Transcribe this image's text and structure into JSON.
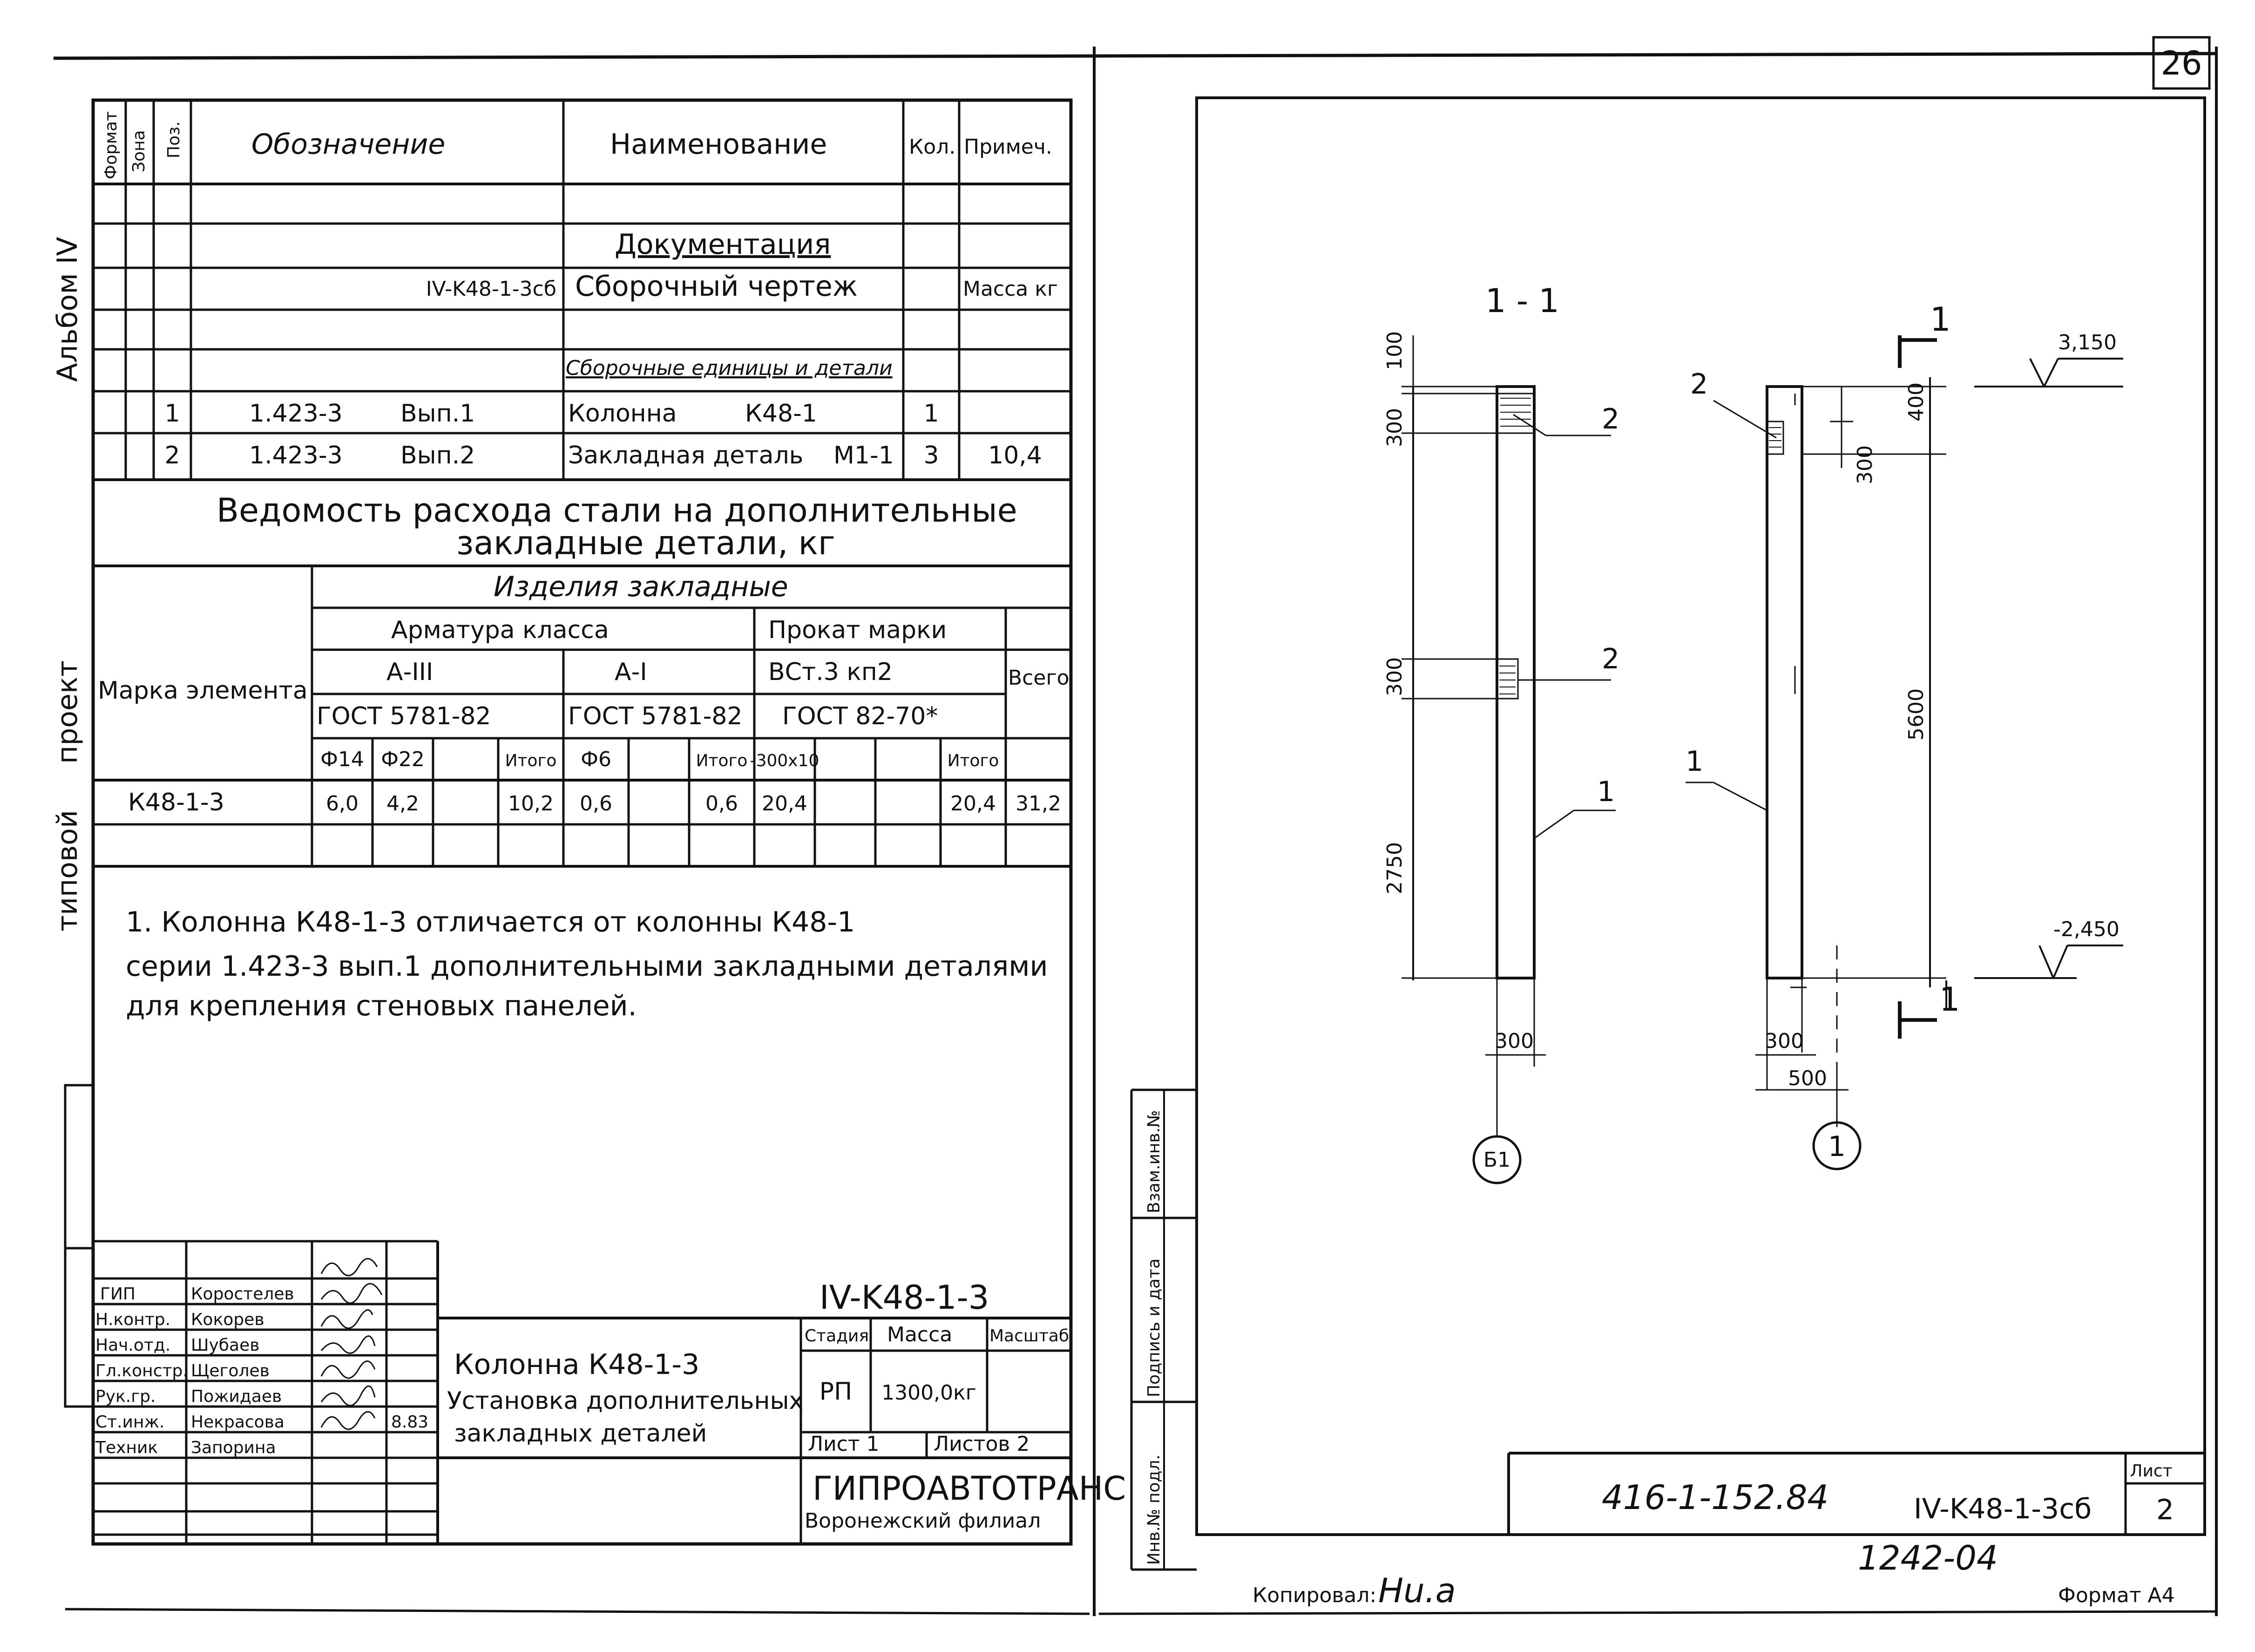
{
  "sheet": {
    "sheet_number": "26",
    "format": "Формат А4",
    "copied_by_label": "Копировал:",
    "copied_by_sign": "Hu.a",
    "project_number": "416-1-152.84",
    "stamp_code": "1242-04"
  },
  "side_margin": {
    "album": "Альбом IV",
    "project": "проект",
    "typical": "типовой"
  },
  "spec_table": {
    "headers": {
      "format": "Формат",
      "zone": "Зона",
      "pos": "Поз.",
      "designation": "Обозначение",
      "name": "Наименование",
      "qty": "Кол.",
      "note": "Примеч."
    },
    "section_docs": "Документация",
    "doc_row": {
      "designation": "IV-K48-1-3сб",
      "name": "Сборочный чертеж",
      "note": "Масса кг"
    },
    "section_units": "Сборочные единицы и детали",
    "rows": [
      {
        "pos": "1",
        "designation": "1.423-3",
        "issue": "Вып.1",
        "name": "Колонна",
        "mark": "К48-1",
        "qty": "1",
        "note": ""
      },
      {
        "pos": "2",
        "designation": "1.423-3",
        "issue": "Вып.2",
        "name": "Закладная деталь",
        "mark": "М1-1",
        "qty": "3",
        "note": "10,4"
      }
    ]
  },
  "steel_table": {
    "title_line1": "Ведомость расхода стали на дополнительные",
    "title_line2": "закладные детали, кг",
    "group_header": "Изделия закладные",
    "element_mark_header": "Марка элемента",
    "total_header": "Всего",
    "armature_header": "Арматура класса",
    "rolled_header": "Прокат марки",
    "class_a3": "А-III",
    "class_a1": "А-I",
    "steel_grade": "ВСт.3 кп2",
    "gost_1": "ГОСТ 5781-82",
    "gost_2": "ГОСТ 5781-82",
    "gost_3": "ГОСТ 82-70*",
    "sub_cols": [
      "Ф14",
      "Ф22",
      "",
      "Итого",
      "Ф6",
      "",
      "Итого",
      "-300х10",
      "",
      "",
      "Итого"
    ],
    "row": {
      "mark": "К48-1-3",
      "values": [
        "6,0",
        "4,2",
        "",
        "10,2",
        "0,6",
        "",
        "0,6",
        "20,4",
        "",
        "",
        "20,4"
      ],
      "total": "31,2"
    }
  },
  "notes": {
    "line1": "1. Колонна К48-1-3 отличается от колонны К48-1",
    "line2": "серии 1.423-3 вып.1 дополнительными закладными деталями",
    "line3": "для крепления стеновых панелей."
  },
  "title_block": {
    "code": "IV-K48-1-3",
    "people": [
      {
        "role": "ГИП",
        "name": "Коростелев",
        "date": ""
      },
      {
        "role": "Н.контр.",
        "name": "Кокорев",
        "date": ""
      },
      {
        "role": "Нач.отд.",
        "name": "Шубаев",
        "date": ""
      },
      {
        "role": "Гл.констр.",
        "name": "Щеголев",
        "date": ""
      },
      {
        "role": "Рук.гр.",
        "name": "Пожидаев",
        "date": ""
      },
      {
        "role": "Ст.инж.",
        "name": "Некрасова",
        "date": "8.83"
      },
      {
        "role": "Техник",
        "name": "Запорина",
        "date": ""
      }
    ],
    "title_line1": "Колонна К48-1-3",
    "title_line2": "Установка дополнительных",
    "title_line3": "закладных деталей",
    "stage_label": "Стадия",
    "mass_label": "Масса",
    "scale_label": "Масштаб",
    "stage": "РП",
    "mass": "1300,0кг",
    "sheet_label": "Лист 1",
    "sheets_label": "Листов 2",
    "org_line1": "ГИПРОАВТОТРАНС",
    "org_line2": "Воронежский филиал"
  },
  "right_frame": {
    "vertical_labels": [
      "Инв.№ подл.",
      "Подпись и дата",
      "Взам.инв.№"
    ],
    "code": "IV-K48-1-3сб",
    "sheet_label": "Лист",
    "sheet_value": "2"
  },
  "drawing": {
    "section_label": "1 - 1",
    "cut_mark": "1",
    "dims": {
      "d100": "100",
      "d300a": "300",
      "d300b": "300",
      "d2750": "2750",
      "d300_base": "300",
      "r300": "300",
      "r400": "400",
      "r5600": "5600",
      "r300_base": "300",
      "r500": "500"
    },
    "elev_top": "3,150",
    "elev_bottom": "-2,450",
    "callouts": {
      "emb": "2",
      "col": "1"
    },
    "axis_left": "Б1",
    "axis_right": "1"
  }
}
